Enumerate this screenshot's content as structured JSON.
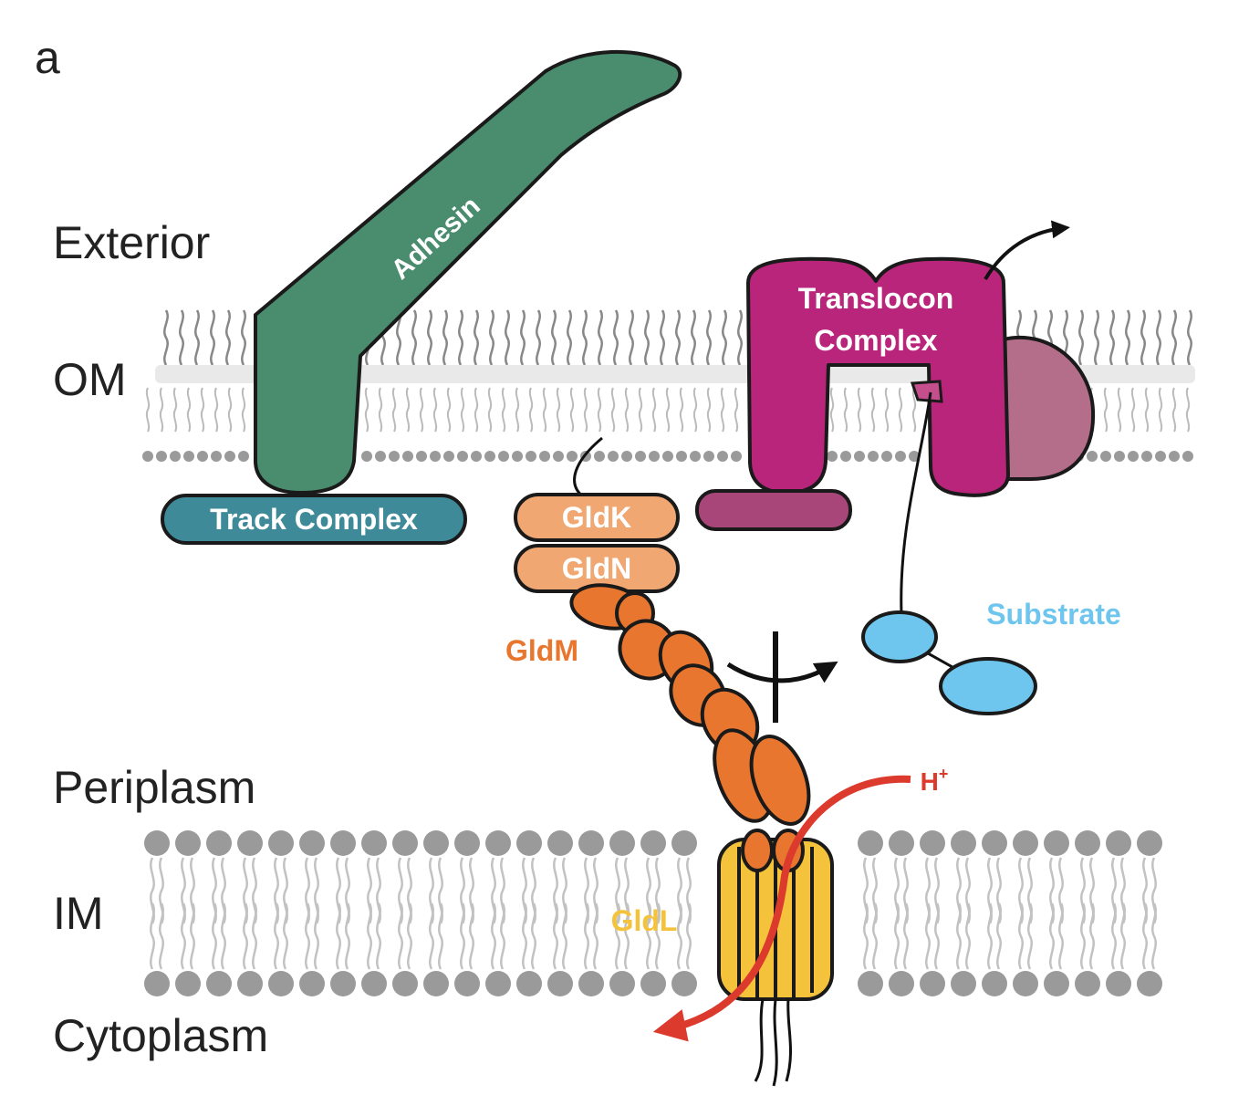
{
  "panel_label": "a",
  "regions": {
    "exterior": "Exterior",
    "om": "OM",
    "periplasm": "Periplasm",
    "im": "IM",
    "cytoplasm": "Cytoplasm"
  },
  "components": {
    "adhesin": "Adhesin",
    "track_complex": "Track Complex",
    "translocon_line1": "Translocon",
    "translocon_line2": "Complex",
    "gldk": "GldK",
    "gldn": "GldN",
    "gldm": "GldM",
    "gldl": "GldL",
    "substrate": "Substrate",
    "proton": "H",
    "proton_charge": "+"
  },
  "colors": {
    "adhesin": "#4a8c6e",
    "track_complex": "#3e8a99",
    "translocon": "#b8257a",
    "translocon_partner": "#b56e8a",
    "translocon_plug": "#a8467a",
    "gldk_gldn": "#f0a772",
    "gldm": "#e8762f",
    "gldl": "#f5c23c",
    "substrate": "#6ec6ee",
    "proton": "#dd3a2e",
    "lipid": "#9a9a9a",
    "outline": "#1a1a1a"
  }
}
